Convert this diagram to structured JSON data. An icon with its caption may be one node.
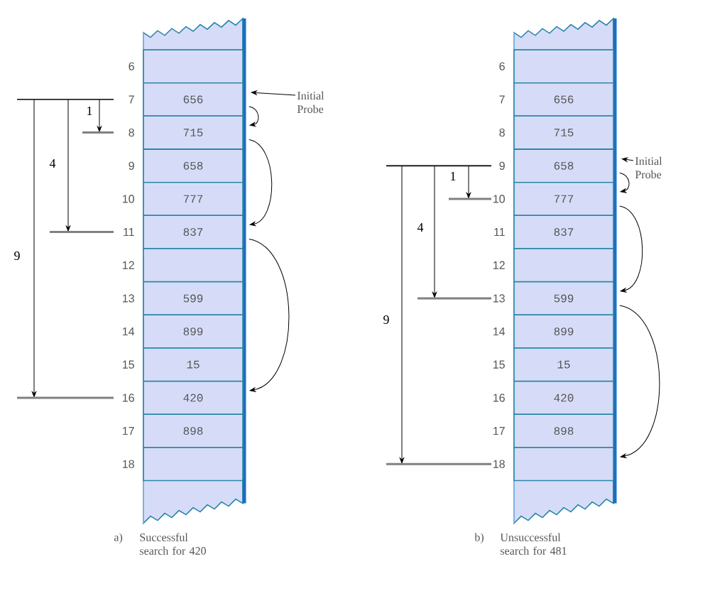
{
  "diagram": {
    "nodes": [
      {
        "text": [],
        "shape": "box"
      },
      {
        "text": [],
        "shape": "box",
        "in": 0,
        "beside": [
          "6"
        ]
      },
      {
        "text": [
          "656"
        ],
        "in": 0,
        "beside": [
          "7"
        ]
      },
      {
        "text": [
          "715"
        ],
        "in": 0,
        "beside": [
          "8"
        ]
      },
      {
        "text": [
          "658"
        ],
        "in": 0,
        "beside": [
          "9"
        ]
      },
      {
        "text": [
          "777"
        ],
        "in": 0,
        "beside": [
          "10"
        ]
      },
      {
        "text": [
          "837"
        ],
        "in": 0,
        "beside": [
          "11"
        ]
      },
      {
        "text": [],
        "shape": "box",
        "in": 0,
        "beside": [
          "12"
        ]
      },
      {
        "text": [
          "599"
        ],
        "in": 0,
        "beside": [
          "13"
        ]
      },
      {
        "text": [
          "899"
        ],
        "in": 0,
        "beside": [
          "14"
        ]
      },
      {
        "text": [
          "15"
        ],
        "in": 0,
        "beside": [
          "15"
        ]
      },
      {
        "text": [
          "420"
        ],
        "in": 0,
        "beside": [
          "16"
        ]
      },
      {
        "text": [
          "898"
        ],
        "in": 0,
        "beside": [
          "17"
        ]
      },
      {
        "text": [],
        "shape": "box",
        "in": 0,
        "beside": [
          "18"
        ]
      },
      {
        "text": [
          "Initial Probe"
        ]
      },
      {
        "text": [],
        "shape": "box"
      },
      {
        "text": [],
        "shape": "box",
        "in": 15,
        "beside": [
          "6"
        ]
      },
      {
        "text": [
          "656"
        ],
        "in": 15,
        "beside": [
          "7"
        ]
      },
      {
        "text": [
          "715"
        ],
        "in": 15,
        "beside": [
          "8"
        ]
      },
      {
        "text": [
          "658"
        ],
        "in": 15,
        "beside": [
          "9"
        ]
      },
      {
        "text": [
          "777"
        ],
        "in": 15,
        "beside": [
          "10"
        ]
      },
      {
        "text": [
          "837"
        ],
        "in": 15,
        "beside": [
          "11"
        ]
      },
      {
        "text": [],
        "shape": "box",
        "in": 15,
        "beside": [
          "12"
        ]
      },
      {
        "text": [
          "599"
        ],
        "in": 15,
        "beside": [
          "13"
        ]
      },
      {
        "text": [
          "899"
        ],
        "in": 15,
        "beside": [
          "14"
        ]
      },
      {
        "text": [
          "15"
        ],
        "in": 15,
        "beside": [
          "15"
        ]
      },
      {
        "text": [
          "420"
        ],
        "in": 15,
        "beside": [
          "16"
        ]
      },
      {
        "text": [
          "898"
        ],
        "in": 15,
        "beside": [
          "17"
        ]
      },
      {
        "text": [],
        "shape": "box",
        "in": 15,
        "beside": [
          "18"
        ]
      },
      {
        "text": [
          "Initial Probe"
        ]
      }
    ],
    "edges": [
      {
        "from": 14,
        "to": 2,
        "arrow": "to"
      },
      {
        "from": 2,
        "to": 3,
        "arrow": "to"
      },
      {
        "from": 3,
        "to": 6,
        "arrow": "to"
      },
      {
        "from": 6,
        "to": 11,
        "arrow": "to"
      },
      {
        "from": 29,
        "to": 19,
        "arrow": "to"
      },
      {
        "from": 19,
        "to": 20,
        "arrow": "to"
      },
      {
        "from": 20,
        "to": 23,
        "arrow": "to"
      },
      {
        "from": 23,
        "to": 28,
        "arrow": "to"
      }
    ],
    "labels": [
      "1",
      "4",
      "9",
      "a)",
      "Successful search for 420",
      "1",
      "4",
      "9",
      "b)",
      "Unsuccessful search for 481"
    ]
  }
}
